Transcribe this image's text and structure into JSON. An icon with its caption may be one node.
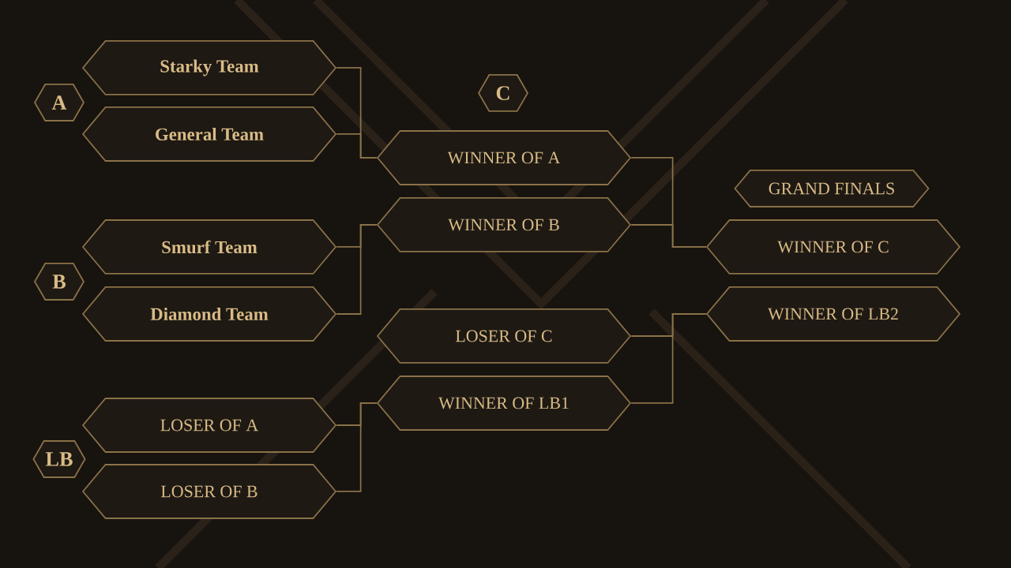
{
  "diagram": {
    "nodes": [
      {
        "text": [
          "A"
        ]
      },
      {
        "text": [
          "Starky Team"
        ]
      },
      {
        "text": [
          "General Team"
        ]
      },
      {
        "text": [
          "C"
        ]
      },
      {
        "text": [
          "WINNER OF A"
        ]
      },
      {
        "text": [
          "WINNER OF B"
        ]
      },
      {
        "text": [
          "GRAND FINALS"
        ]
      },
      {
        "text": [
          "B"
        ]
      },
      {
        "text": [
          "Smurf Team"
        ]
      },
      {
        "text": [
          "Diamond Team"
        ]
      },
      {
        "text": [
          "WINNER OF C"
        ]
      },
      {
        "text": [
          "WINNER OF LB2"
        ]
      },
      {
        "text": [
          "LOSER OF C"
        ]
      },
      {
        "text": [
          "WINNER OF LB1"
        ]
      },
      {
        "text": [
          "LB"
        ]
      },
      {
        "text": [
          "LOSER OF A"
        ]
      },
      {
        "text": [
          "LOSER OF B"
        ]
      }
    ],
    "edges": [
      {
        "from": 1,
        "to": 4,
        "arrow": "none"
      },
      {
        "from": 2,
        "to": 4,
        "arrow": "none"
      },
      {
        "from": 8,
        "to": 5,
        "arrow": "none"
      },
      {
        "from": 9,
        "to": 5,
        "arrow": "none"
      },
      {
        "from": 4,
        "to": 10,
        "arrow": "none"
      },
      {
        "from": 5,
        "to": 10,
        "arrow": "none"
      },
      {
        "from": 12,
        "to": 11,
        "arrow": "none"
      },
      {
        "from": 13,
        "to": 11,
        "arrow": "none"
      },
      {
        "from": 15,
        "to": 13,
        "arrow": "none"
      },
      {
        "from": 16,
        "to": 13,
        "arrow": "none"
      }
    ]
  }
}
